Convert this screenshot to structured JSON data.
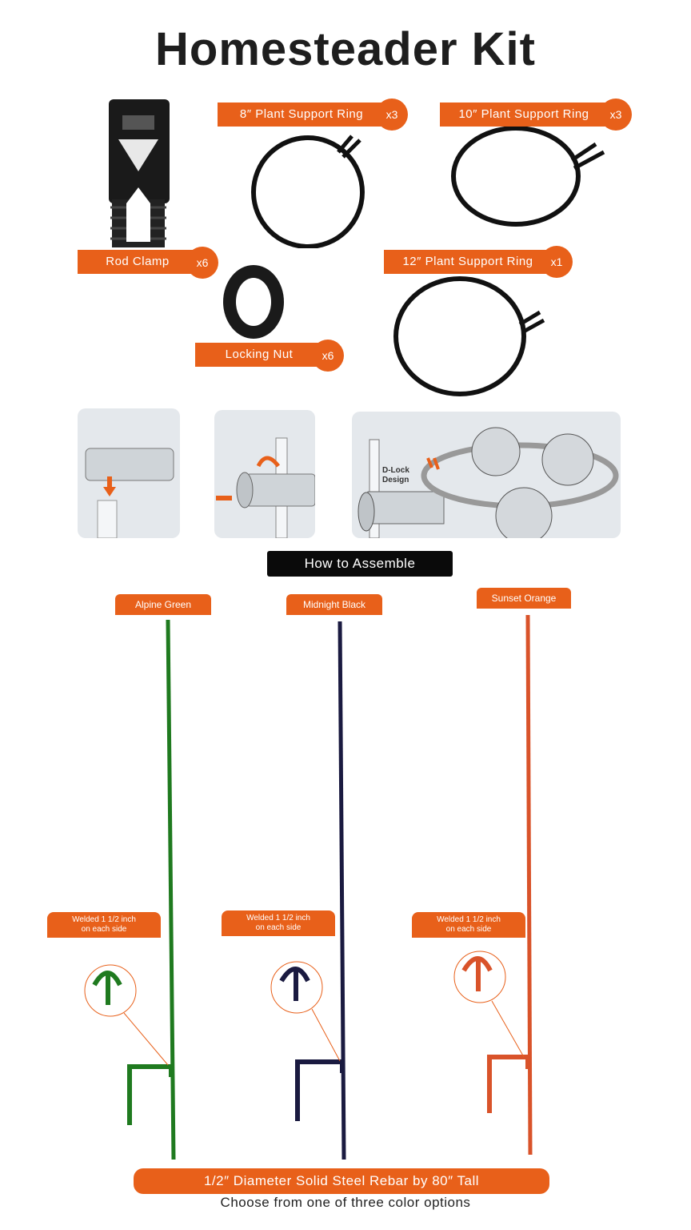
{
  "title": "Homesteader Kit",
  "parts": [
    {
      "name": "Rod Clamp",
      "qty": "x6"
    },
    {
      "name": "8″ Plant Support Ring",
      "qty": "x3"
    },
    {
      "name": "10″ Plant Support Ring",
      "qty": "x3"
    },
    {
      "name": "12″ Plant Support Ring",
      "qty": "x1"
    },
    {
      "name": "Locking Nut",
      "qty": "x6"
    }
  ],
  "assembly": {
    "callout": "D-Lock Design",
    "button": "How to Assemble"
  },
  "colors": [
    {
      "name": "Alpine Green",
      "hex": "#1f7a1f"
    },
    {
      "name": "Midnight Black",
      "hex": "#1a1a40"
    },
    {
      "name": "Sunset Orange",
      "hex": "#d9532a"
    }
  ],
  "weld_label_line1": "Welded 1 1/2 inch",
  "weld_label_line2": "on each side",
  "footer": {
    "headline": "1/2″ Diameter Solid Steel Rebar by 80″ Tall",
    "subline": "Choose from one of three color options"
  },
  "accent": "#e8601a"
}
